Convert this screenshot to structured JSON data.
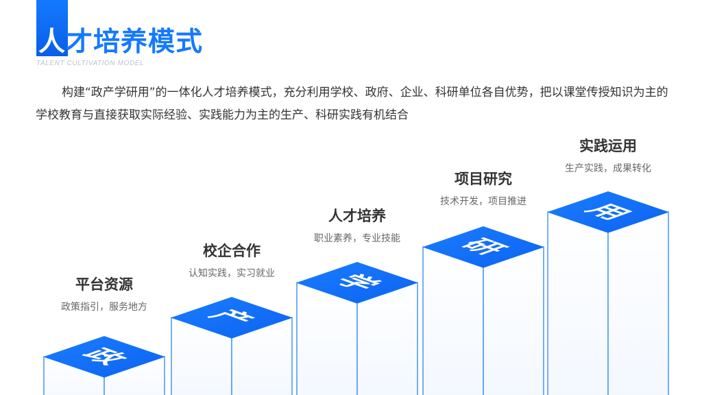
{
  "title": {
    "first_char": "人",
    "rest": "才培养模式"
  },
  "subtitle": "TALENT CULTIVATION MODEL",
  "intro": "构建“政产学研用”的一体化人才培养模式，充分利用学校、政府、企业、科研单位各自优势，把以课堂传授知识为主的学校教育与直接获取实际经验、实践能力为主的生产、科研实践有机结合",
  "colors": {
    "accent": "#1479ff",
    "text": "#333333",
    "muted": "#666666"
  },
  "steps": [
    {
      "char": "政",
      "name": "平台资源",
      "desc": "政策指引，服务地方"
    },
    {
      "char": "产",
      "name": "校企合作",
      "desc": "认知实践，实习就业"
    },
    {
      "char": "学",
      "name": "人才培养",
      "desc": "职业素养，专业技能"
    },
    {
      "char": "研",
      "name": "项目研究",
      "desc": "技术开发，项目推进"
    },
    {
      "char": "用",
      "name": "实践运用",
      "desc": "生产实践，成果转化"
    }
  ]
}
